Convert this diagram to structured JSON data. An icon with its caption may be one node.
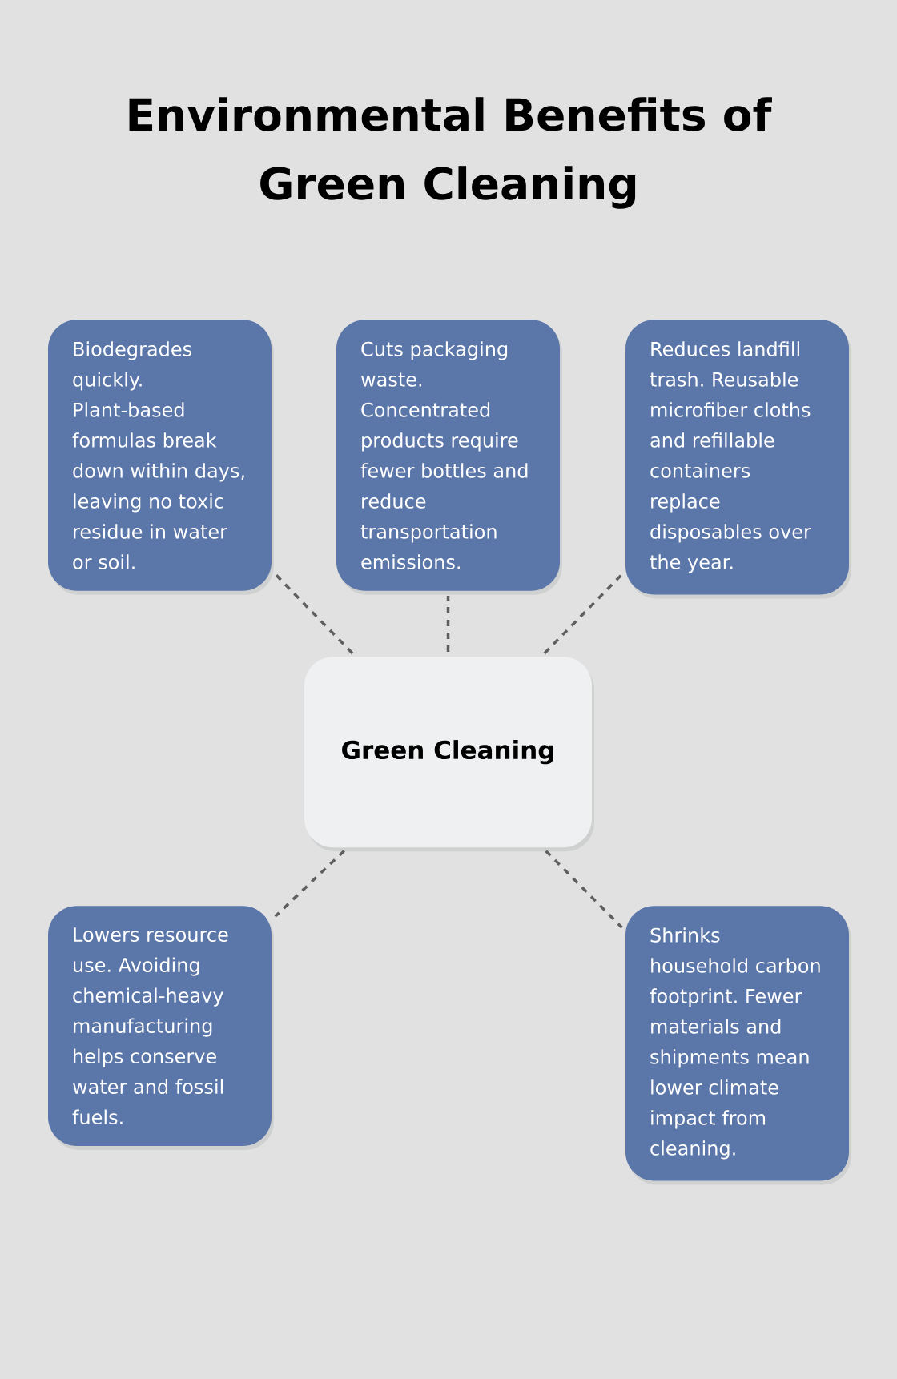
{
  "diagram": {
    "title": "Environmental Benefits of Green Cleaning",
    "nodes": [
      {
        "text": [
          "Biodegrades quickly. Plant-based formulas break down within days, leaving no toxic residue in water or soil."
        ]
      },
      {
        "text": [
          "Cuts packaging waste. Concentrated products require fewer bottles and reduce transportation emissions."
        ]
      },
      {
        "text": [
          "Reduces landfill trash. Reusable microfiber cloths and refillable containers replace disposables over the year."
        ]
      },
      {
        "text": [
          "Green Cleaning"
        ]
      },
      {
        "text": [
          "Lowers resource use. Avoiding chemical-heavy manufacturing helps conserve water and fossil fuels."
        ]
      },
      {
        "text": [
          "Shrinks household carbon footprint. Fewer materials and shipments mean lower climate impact from cleaning."
        ]
      }
    ],
    "edges": [
      {
        "from": 3,
        "to": 0,
        "arrow": "none",
        "style": "dashed"
      },
      {
        "from": 3,
        "to": 1,
        "arrow": "none",
        "style": "dashed"
      },
      {
        "from": 3,
        "to": 2,
        "arrow": "none",
        "style": "dashed"
      },
      {
        "from": 3,
        "to": 4,
        "arrow": "none",
        "style": "dashed"
      },
      {
        "from": 3,
        "to": 5,
        "arrow": "none",
        "style": "dashed"
      }
    ]
  }
}
